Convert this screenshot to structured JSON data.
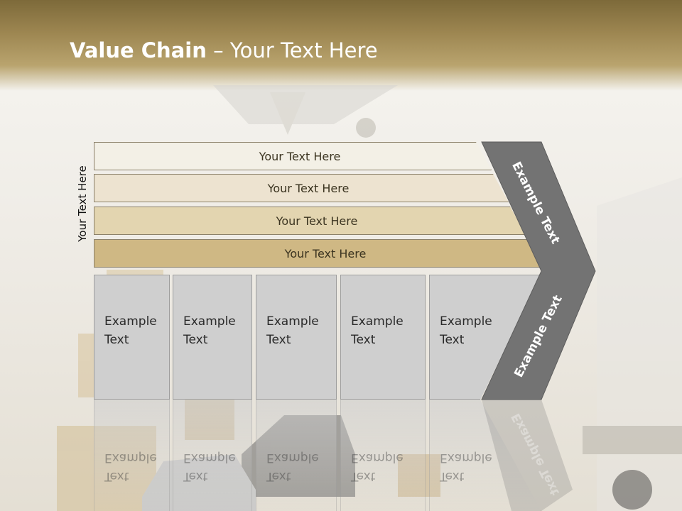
{
  "slide": {
    "title_bold": "Value Chain",
    "title_rest": " – Your Text Here",
    "side_label": "Your Text Here",
    "bars": [
      "Your Text Here",
      "Your Text Here",
      "Your Text Here",
      "Your Text Here"
    ],
    "columns": [
      {
        "line1": "Example",
        "line2": "Text"
      },
      {
        "line1": "Example",
        "line2": "Text"
      },
      {
        "line1": "Example",
        "line2": "Text"
      },
      {
        "line1": "Example",
        "line2": "Text"
      },
      {
        "line1": "Example",
        "line2": "Text"
      }
    ],
    "chevron_top": "Example Text",
    "chevron_bottom": "Example Text"
  },
  "colors": {
    "bar_fills": [
      "#f3f0e6",
      "#ede3d0",
      "#e3d5b0",
      "#cfb884"
    ],
    "chevron": "#737373",
    "column": "#cfcfcf",
    "header": "#9c8550"
  }
}
